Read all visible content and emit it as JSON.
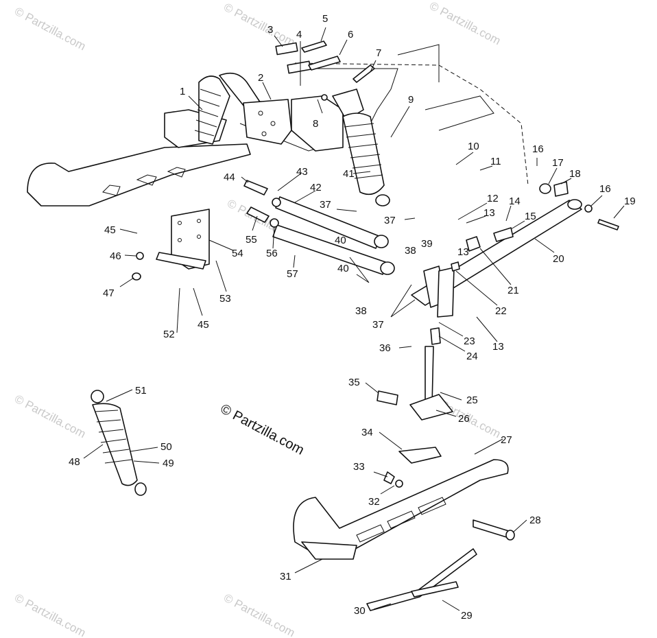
{
  "watermark": "© Partzilla.com",
  "copyright": "© Partzilla.com",
  "labels": {
    "1": "1",
    "2": "2",
    "3": "3",
    "4": "4",
    "5": "5",
    "6": "6",
    "7": "7",
    "8": "8",
    "9": "9",
    "10": "10",
    "11": "11",
    "12": "12",
    "13": "13",
    "14": "14",
    "15": "15",
    "16": "16",
    "17": "17",
    "18": "18",
    "19": "19",
    "20": "20",
    "21": "21",
    "22": "22",
    "23": "23",
    "24": "24",
    "25": "25",
    "26": "26",
    "27": "27",
    "28": "28",
    "29": "29",
    "30": "30",
    "31": "31",
    "32": "32",
    "33": "33",
    "34": "34",
    "35": "35",
    "36": "36",
    "37": "37",
    "38": "38",
    "39": "39",
    "40": "40",
    "41": "41",
    "42": "42",
    "43": "43",
    "44": "44",
    "45": "45",
    "46": "46",
    "47": "47",
    "48": "48",
    "49": "49",
    "50": "50",
    "51": "51",
    "52": "52",
    "53": "53",
    "54": "54",
    "55": "55",
    "56": "56",
    "57": "57"
  }
}
